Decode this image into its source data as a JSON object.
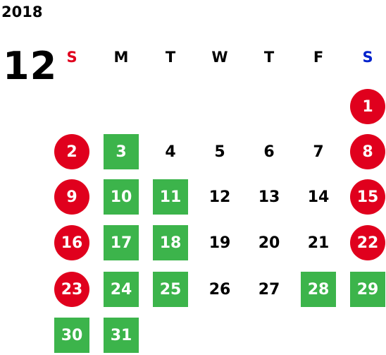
{
  "calendar": {
    "year": "2018",
    "month": "12",
    "weekdays": [
      "S",
      "M",
      "T",
      "W",
      "T",
      "F",
      "S"
    ],
    "colors": {
      "sunday": "#e0001d",
      "saturday": "#0022cc",
      "holiday_red": "#e0001d",
      "closed_green": "#3cb44b",
      "normal": "#000000"
    },
    "weeks": [
      [
        null,
        null,
        null,
        null,
        null,
        null,
        {
          "day": "1",
          "style": "red"
        }
      ],
      [
        {
          "day": "2",
          "style": "red"
        },
        {
          "day": "3",
          "style": "green"
        },
        {
          "day": "4",
          "style": "plain"
        },
        {
          "day": "5",
          "style": "plain"
        },
        {
          "day": "6",
          "style": "plain"
        },
        {
          "day": "7",
          "style": "plain"
        },
        {
          "day": "8",
          "style": "red"
        }
      ],
      [
        {
          "day": "9",
          "style": "red"
        },
        {
          "day": "10",
          "style": "green"
        },
        {
          "day": "11",
          "style": "green"
        },
        {
          "day": "12",
          "style": "plain"
        },
        {
          "day": "13",
          "style": "plain"
        },
        {
          "day": "14",
          "style": "plain"
        },
        {
          "day": "15",
          "style": "red"
        }
      ],
      [
        {
          "day": "16",
          "style": "red"
        },
        {
          "day": "17",
          "style": "green"
        },
        {
          "day": "18",
          "style": "green"
        },
        {
          "day": "19",
          "style": "plain"
        },
        {
          "day": "20",
          "style": "plain"
        },
        {
          "day": "21",
          "style": "plain"
        },
        {
          "day": "22",
          "style": "red"
        }
      ],
      [
        {
          "day": "23",
          "style": "red"
        },
        {
          "day": "24",
          "style": "green"
        },
        {
          "day": "25",
          "style": "green"
        },
        {
          "day": "26",
          "style": "plain"
        },
        {
          "day": "27",
          "style": "plain"
        },
        {
          "day": "28",
          "style": "green"
        },
        {
          "day": "29",
          "style": "green"
        }
      ],
      [
        {
          "day": "30",
          "style": "green"
        },
        {
          "day": "31",
          "style": "green"
        },
        null,
        null,
        null,
        null,
        null
      ]
    ]
  }
}
